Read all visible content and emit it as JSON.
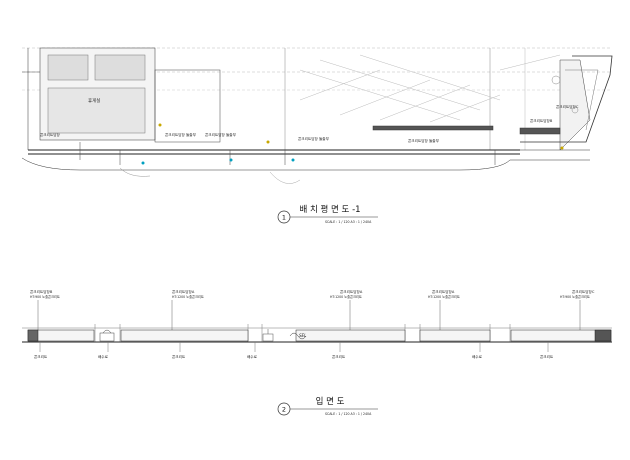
{
  "drawing_sheet": {
    "plan": {
      "number": "1",
      "title": "배 치 평 면 도 -1",
      "scale": "SCALE : 1 / 120 A3 : 1 / 240A",
      "notes": {
        "room": "휴게실",
        "wall_a": "콘크리트담장",
        "wall_b": "콘크리트담장 돌출부",
        "wall_c": "콘크리트담장 돌출부",
        "wall_d": "콘크리트담장 돌출부",
        "wall_e": "콘크리트담장 돌출부",
        "wall_f": "콘크리트담장C",
        "wall_g": "콘크리트담장B"
      }
    },
    "elevation": {
      "number": "2",
      "title": "입 면 도",
      "scale": "SCALE : 1 / 120 A3 : 1 / 240A",
      "top_notes": [
        "콘크리트담장B",
        "콘크리트담장A",
        "콘크리트담장A",
        "콘크리트담장A",
        "콘크리트담장C"
      ],
      "top_sub": [
        "HT:900 노출콘크리트",
        "HT:1200 노출콘크리트",
        "HT:1200 노출콘크리트",
        "HT:1200 노출콘크리트",
        "HT:900 노출콘크리트"
      ],
      "bottom_notes": [
        "콘크리트",
        "배수로",
        "콘크리트",
        "배수로",
        "콘크리트",
        "배수로",
        "콘크리트"
      ],
      "sign_text": "SEL"
    }
  }
}
